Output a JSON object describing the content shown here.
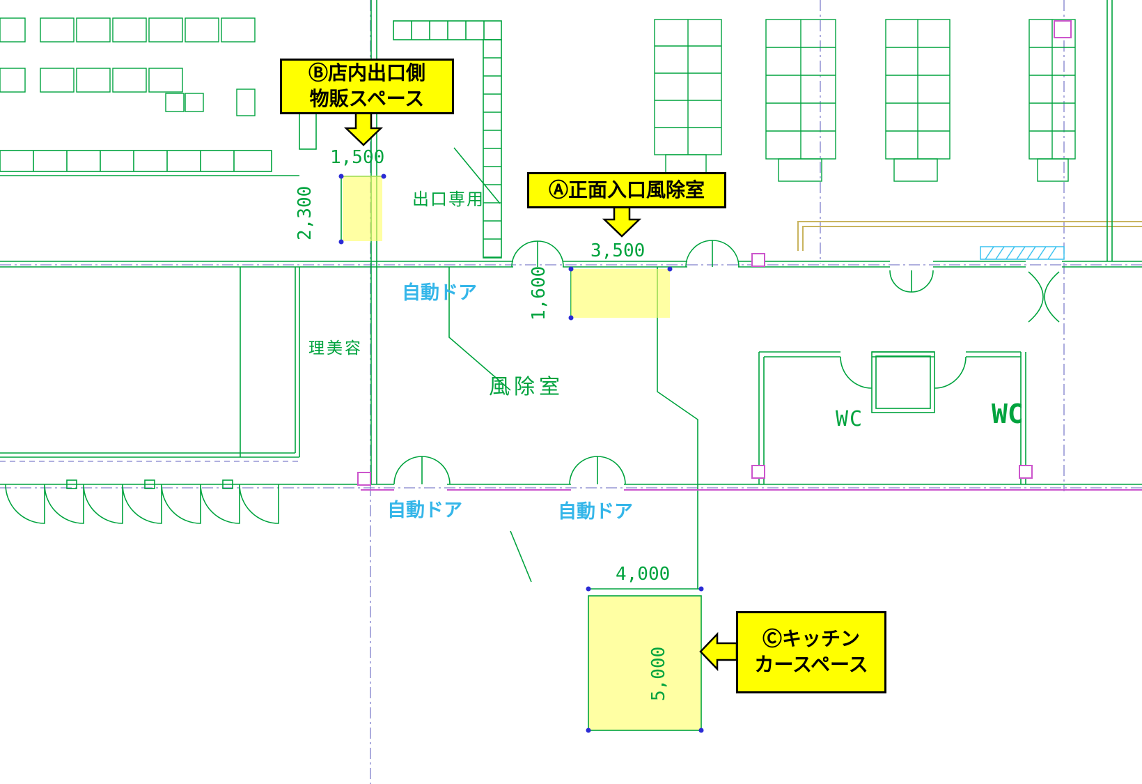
{
  "colors": {
    "cad_green": "#00A33E",
    "cad_cyan": "#35B6E9",
    "highlight_yellow": "#FFFF66",
    "callout_yellow": "#FFFF00",
    "centerline_blue": "#8080CC",
    "magenta": "#CC55CC",
    "dimension_dot_blue": "#2B2BD5",
    "tan": "#C9B45F"
  },
  "callouts": {
    "b": {
      "line1": "Ⓑ店内出口側",
      "line2": "物販スペース"
    },
    "a": {
      "label": "Ⓐ正面入口風除室"
    },
    "c": {
      "line1": "Ⓒキッチン",
      "line2": "カースペース"
    }
  },
  "dimensions": {
    "b_width": "1,500",
    "b_height": "2,300",
    "a_width": "3,500",
    "a_height": "1,600",
    "c_width": "4,000",
    "c_height": "5,000"
  },
  "labels": {
    "exit_only": "出口専用",
    "salon": "理美容",
    "windbreak_room": "風除室",
    "wc_left": "WC",
    "wc_right": "WC",
    "auto_door_top": "自動ドア",
    "auto_door_bottom_left": "自動ドア",
    "auto_door_bottom_center": "自動ドア"
  }
}
